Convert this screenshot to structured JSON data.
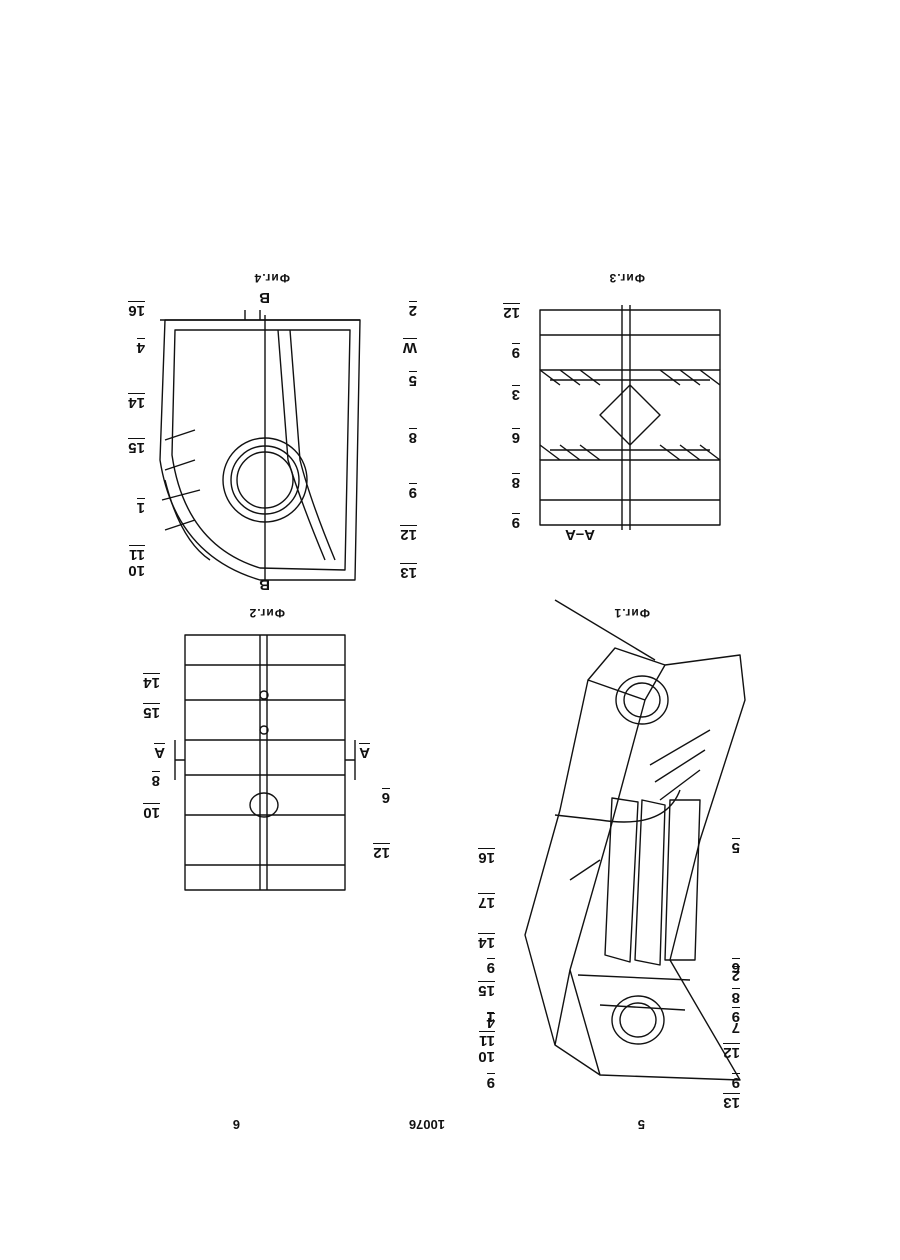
{
  "header": {
    "left_page": "5",
    "doc_number": "10076",
    "right_page": "6"
  },
  "figures": {
    "fig1": {
      "caption": "Фиг.1",
      "labels": [
        "9",
        "7",
        "2",
        "4",
        "5",
        "16",
        "17",
        "6",
        "14",
        "9",
        "8",
        "15",
        "1",
        "9",
        "11",
        "10",
        "12",
        "9",
        "13"
      ]
    },
    "fig2": {
      "caption": "Фиг.2",
      "section_mark": "A",
      "labels": [
        "14",
        "15",
        "8",
        "10",
        "6",
        "12"
      ]
    },
    "fig3": {
      "caption": "Фиг.3",
      "section_title": "A–A",
      "labels": [
        "12",
        "9",
        "3",
        "6",
        "8",
        "9"
      ]
    },
    "fig4": {
      "caption": "Фиг.4",
      "view_mark": "B",
      "labels": [
        "16",
        "2",
        "W",
        "4",
        "5",
        "14",
        "8",
        "15",
        "9",
        "1",
        "12",
        "11",
        "10",
        "13"
      ]
    }
  }
}
